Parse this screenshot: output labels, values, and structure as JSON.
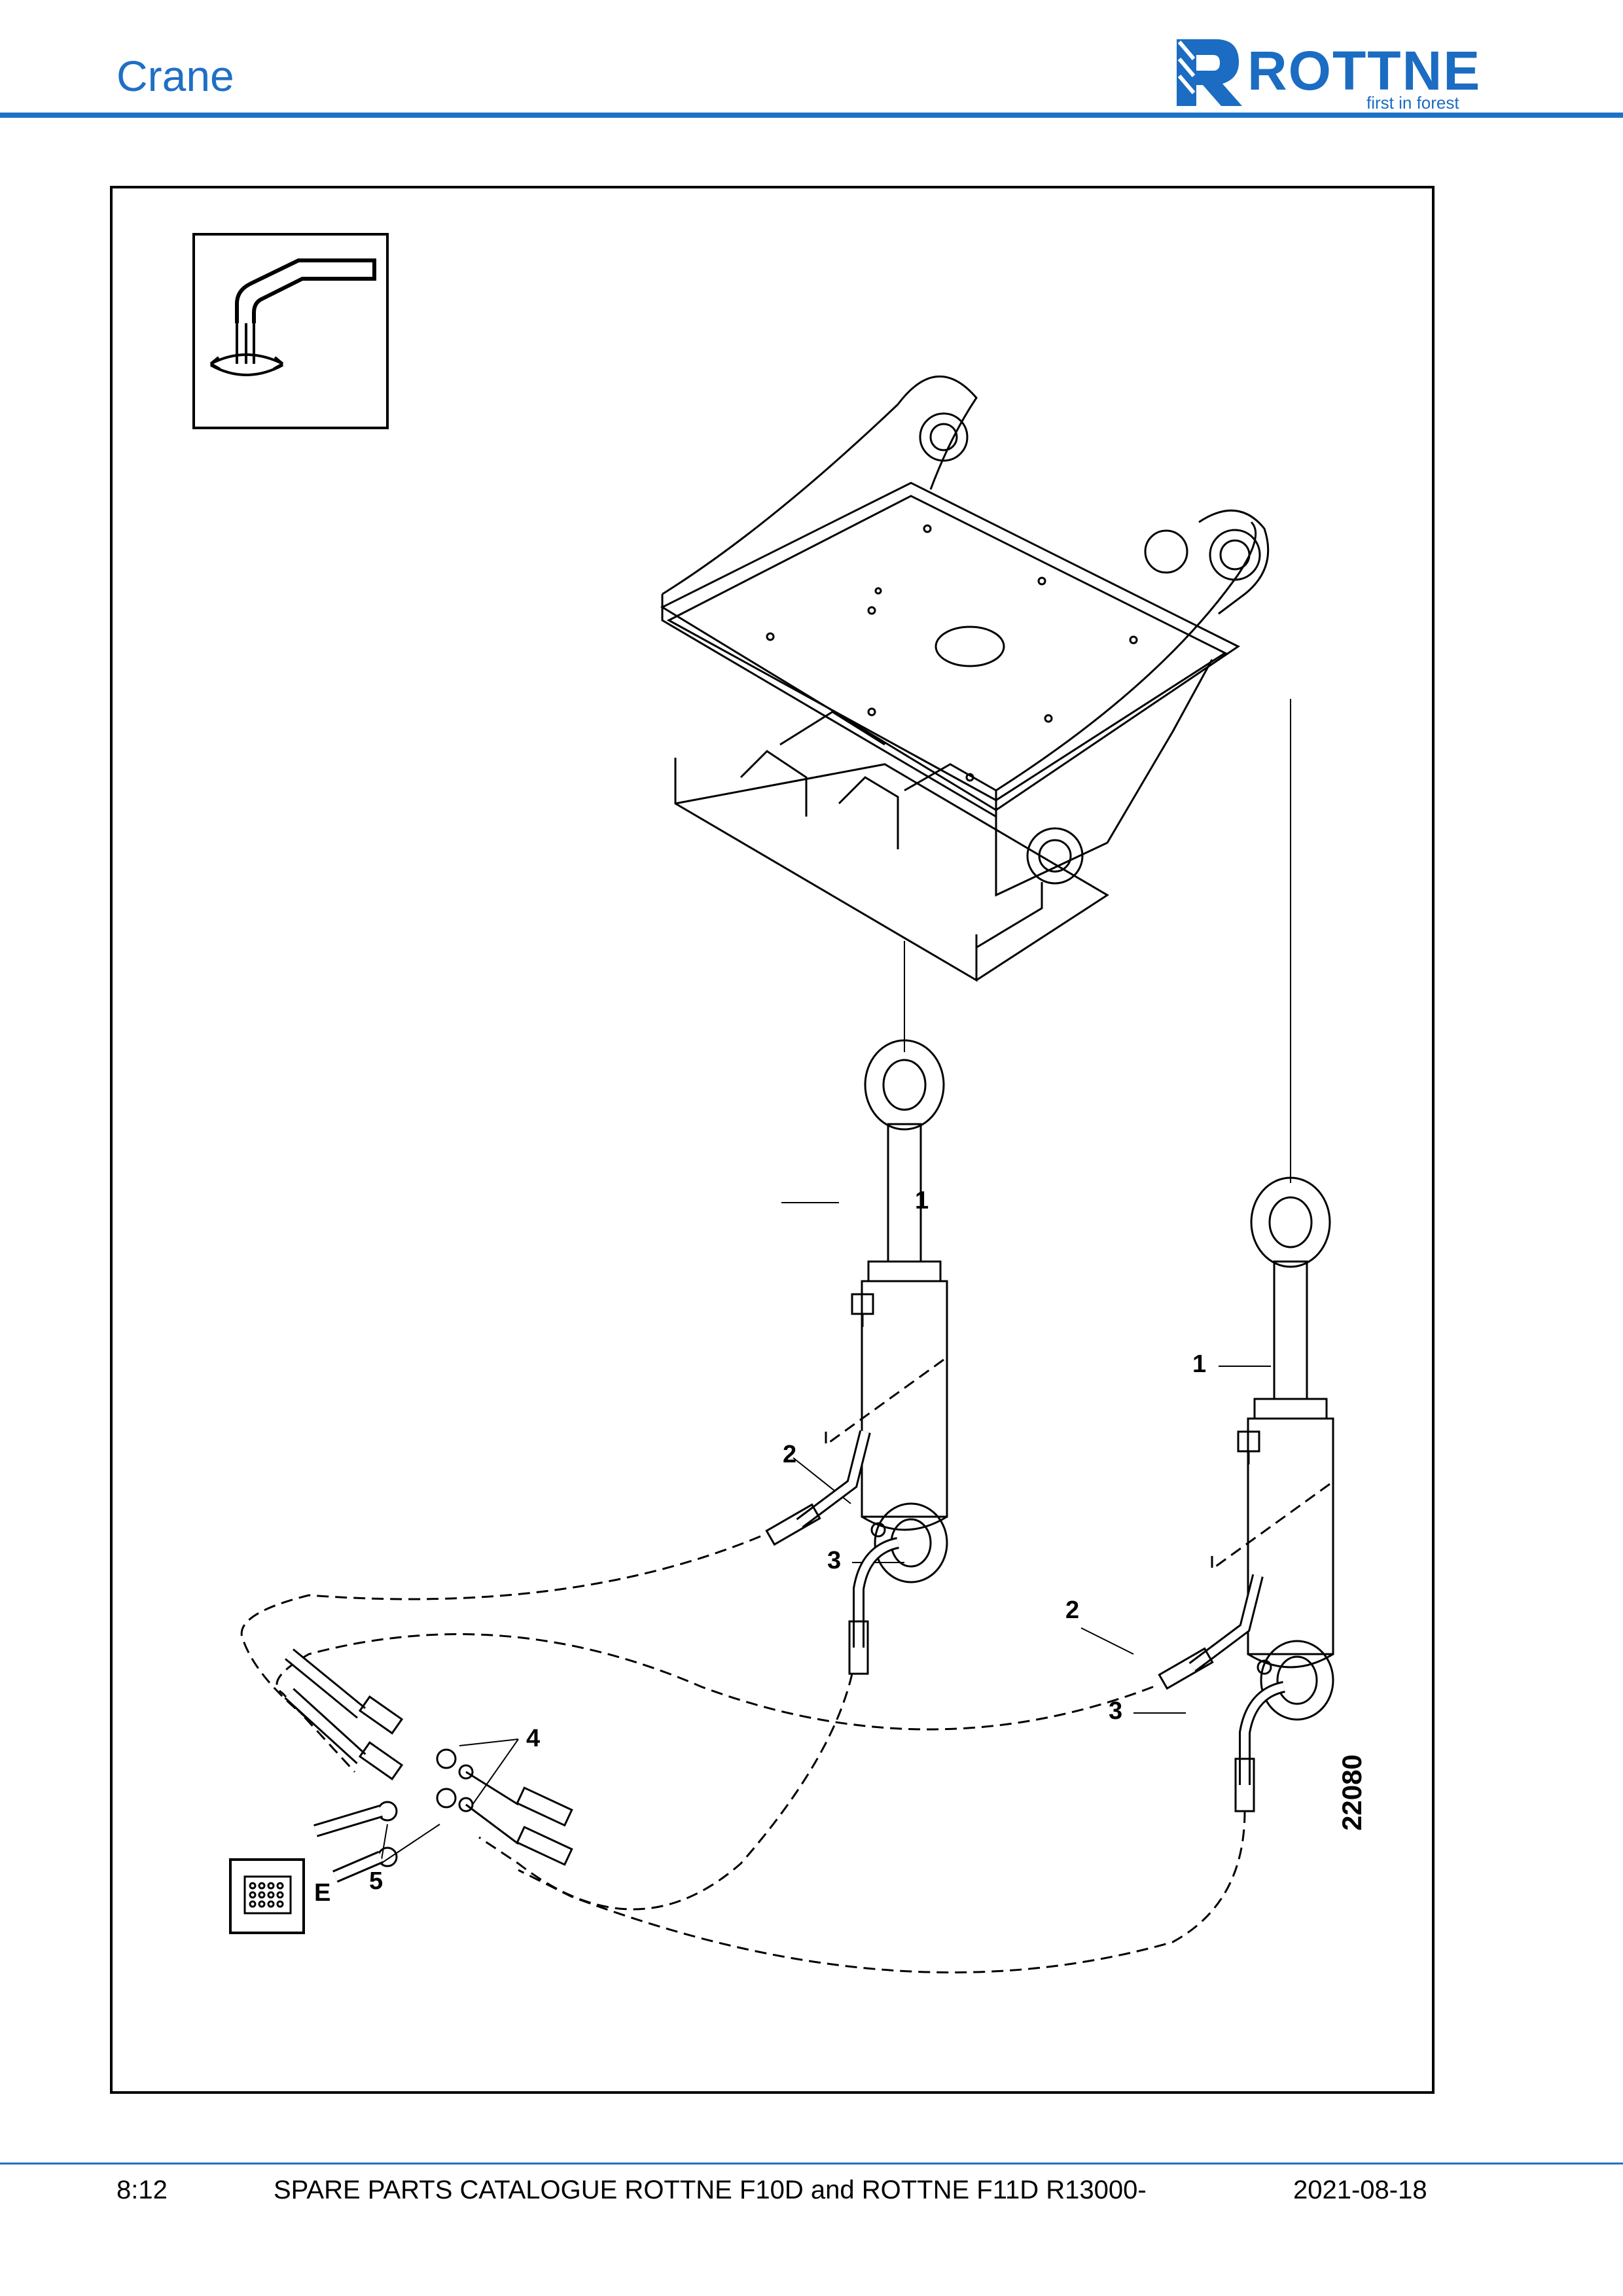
{
  "header": {
    "title": "Crane"
  },
  "logo": {
    "word": "ROTTNE",
    "tagline": "first in forest"
  },
  "figure": {
    "callouts": [
      "1",
      "1",
      "2",
      "3",
      "2",
      "3",
      "4",
      "5",
      "E"
    ],
    "drawing_number": "22080"
  },
  "footer": {
    "page": "8:12",
    "catalogue": "SPARE PARTS CATALOGUE ROTTNE F10D and ROTTNE F11D R13000-",
    "date": "2021-08-18"
  },
  "colors": {
    "brand_blue": "#1d71c9"
  }
}
